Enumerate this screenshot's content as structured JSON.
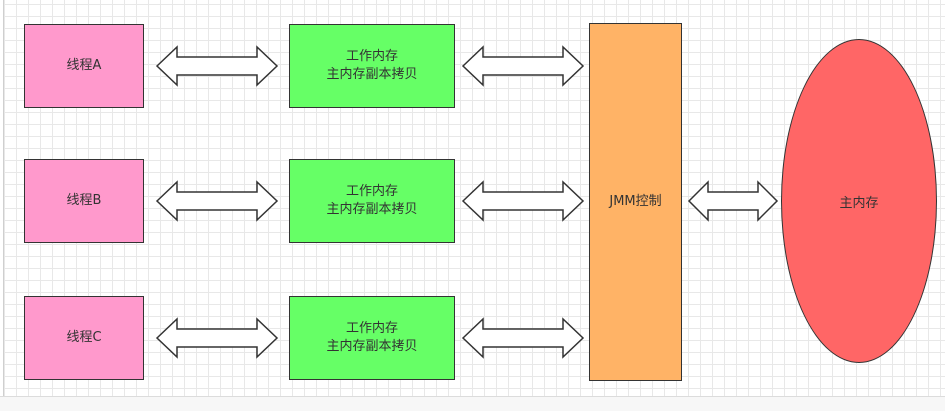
{
  "diagram": {
    "threads": [
      {
        "label": "线程A"
      },
      {
        "label": "线程B"
      },
      {
        "label": "线程C"
      }
    ],
    "working_memory": [
      {
        "label": "工作内存\n主内存副本拷贝"
      },
      {
        "label": "工作内存\n主内存副本拷贝"
      },
      {
        "label": "工作内存\n主内存副本拷贝"
      }
    ],
    "jmm": {
      "label": "JMM控制"
    },
    "main_memory": {
      "label": "主内存"
    },
    "colors": {
      "thread_fill": "#ff99cc",
      "working_memory_fill": "#66ff66",
      "jmm_fill": "#ffb366",
      "main_memory_fill": "#ff6666",
      "stroke": "#333333"
    },
    "connector": "double-headed-arrow"
  }
}
